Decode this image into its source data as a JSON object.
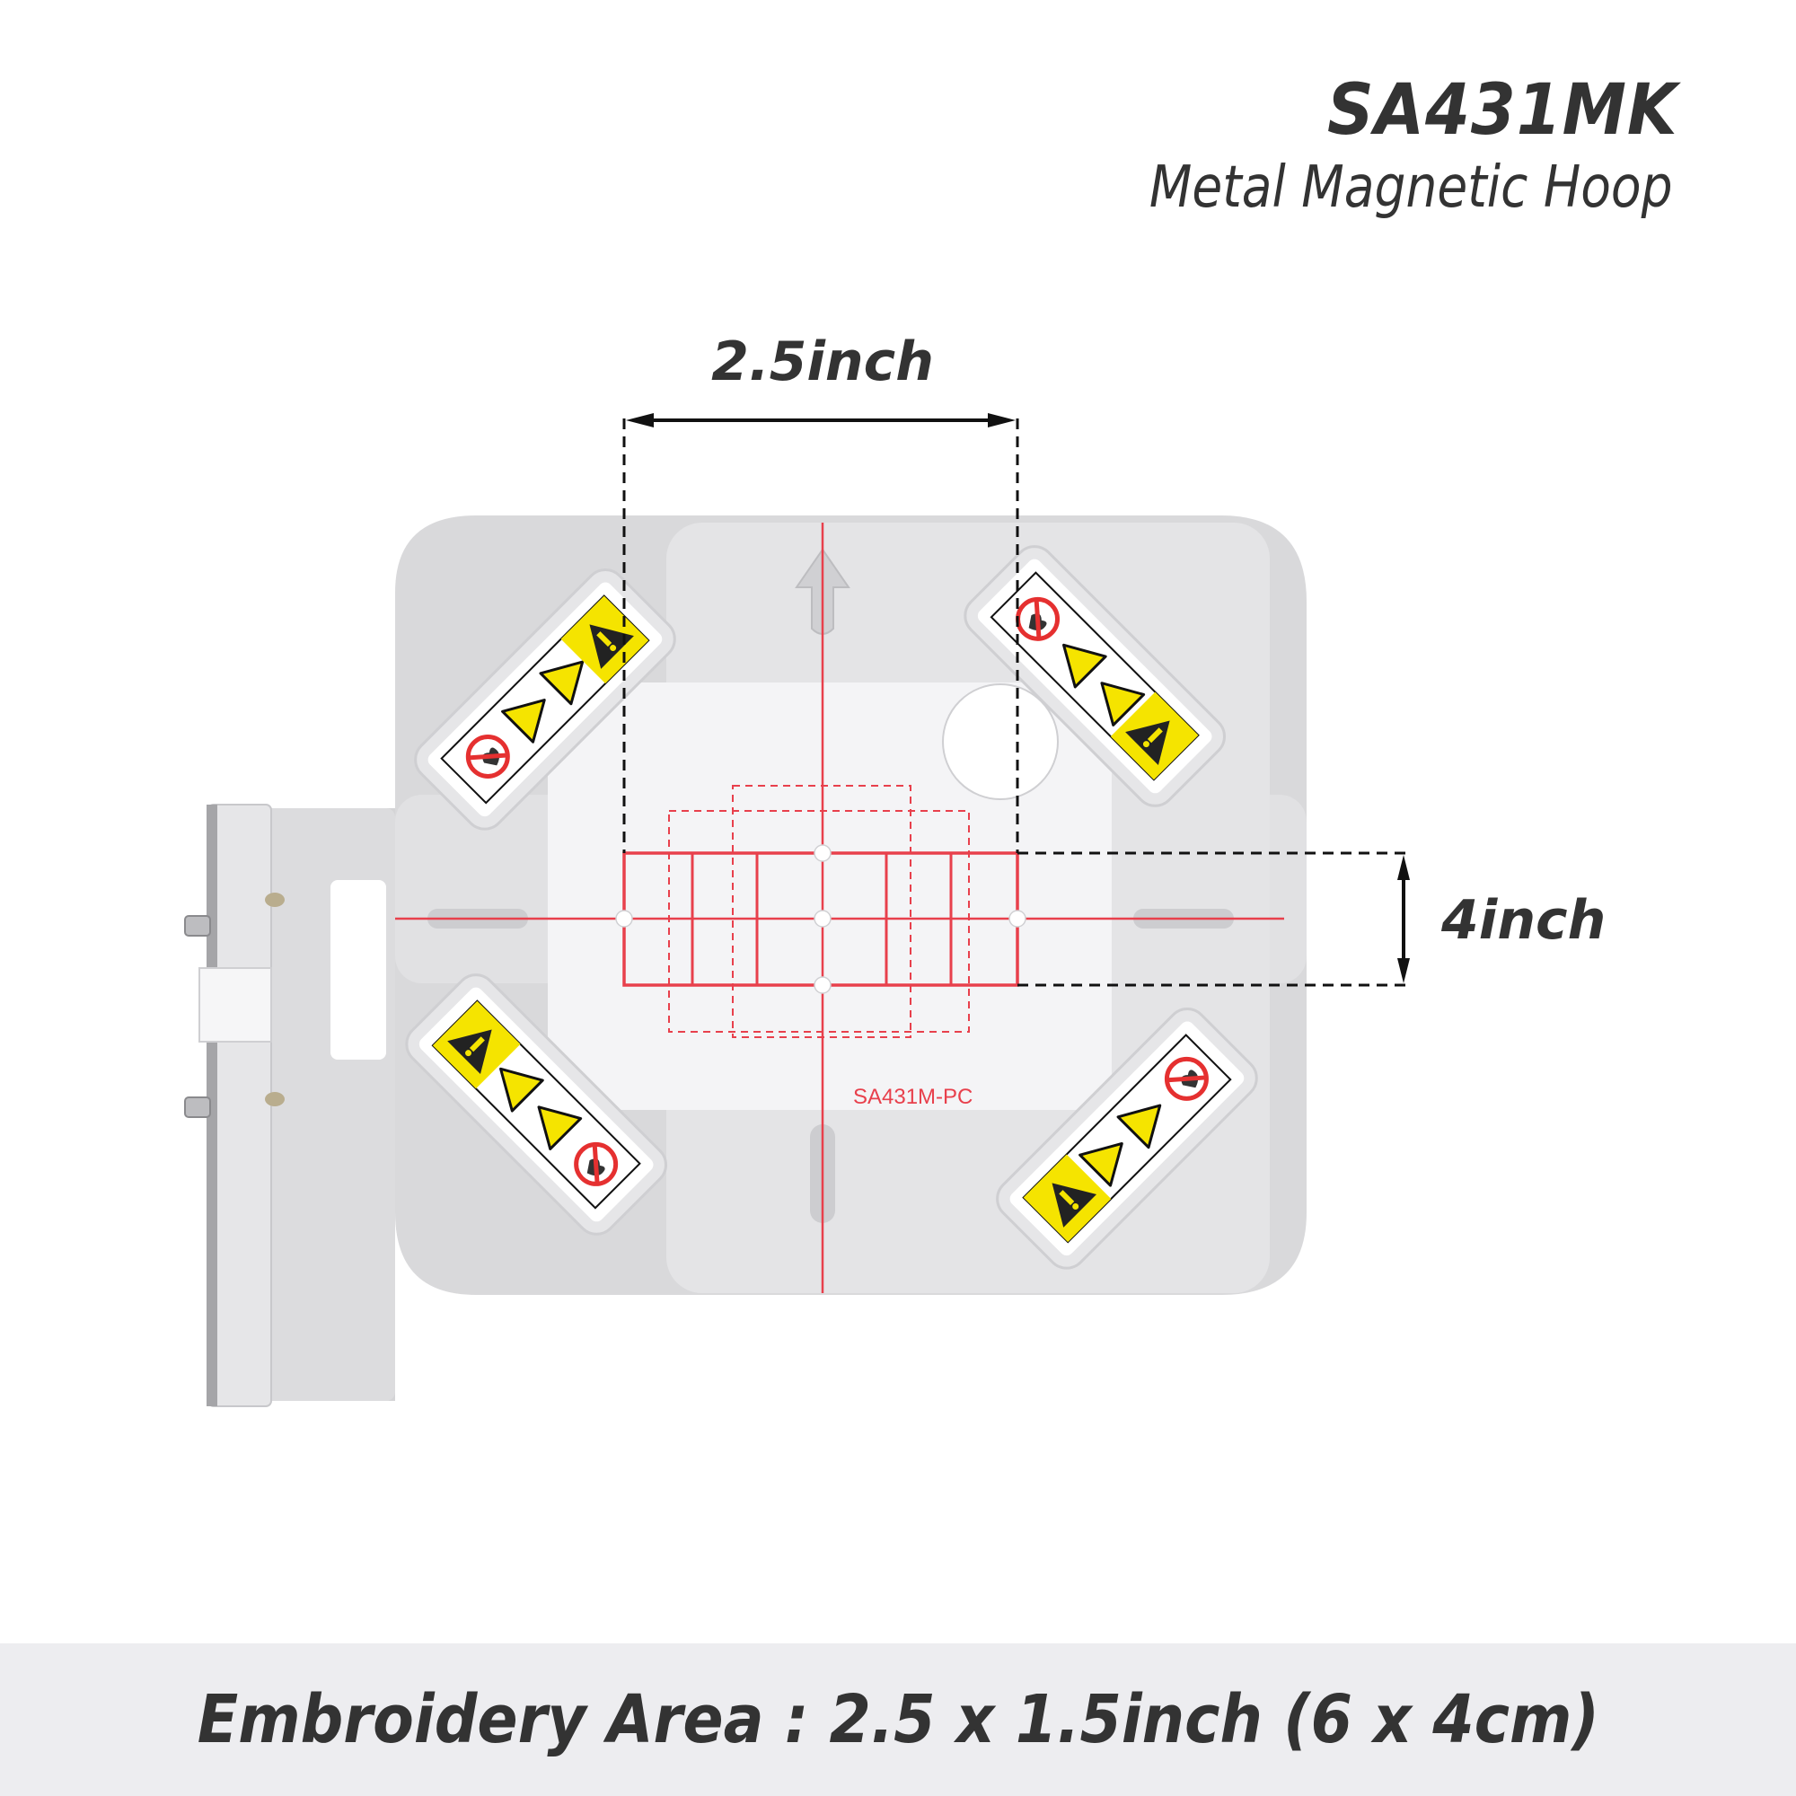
{
  "header": {
    "model": "SA431MK",
    "product_name": "Metal Magnetic Hoop"
  },
  "dimensions": {
    "width_label": "2.5inch",
    "height_label": "4inch"
  },
  "hoop": {
    "template_marking": "SA431M-PC",
    "warning_labels": [
      {
        "position": "top-left",
        "icons": [
          "no-pacemaker-icon",
          "magnet-warning-icon",
          "pinch-hand-warning-icon",
          "caution-icon"
        ]
      },
      {
        "position": "top-right",
        "icons": [
          "no-pacemaker-icon",
          "magnet-warning-icon",
          "pinch-hand-warning-icon",
          "caution-icon"
        ]
      },
      {
        "position": "bottom-left",
        "icons": [
          "caution-icon",
          "pinch-hand-warning-icon",
          "magnet-warning-icon",
          "no-pacemaker-icon"
        ]
      },
      {
        "position": "bottom-right",
        "icons": [
          "no-pacemaker-icon",
          "magnet-warning-icon",
          "pinch-hand-warning-icon",
          "caution-icon"
        ]
      }
    ]
  },
  "footer": {
    "text": "Embroidery Area : 2.5 x 1.5inch (6 x 4cm)"
  },
  "colors": {
    "text": "#333333",
    "accent_red": "#e8404c",
    "warning_yellow": "#f5e400",
    "footer_bg": "#ededf0",
    "hoop_gray": "#d9d9db",
    "window": "#f4f4f6"
  }
}
